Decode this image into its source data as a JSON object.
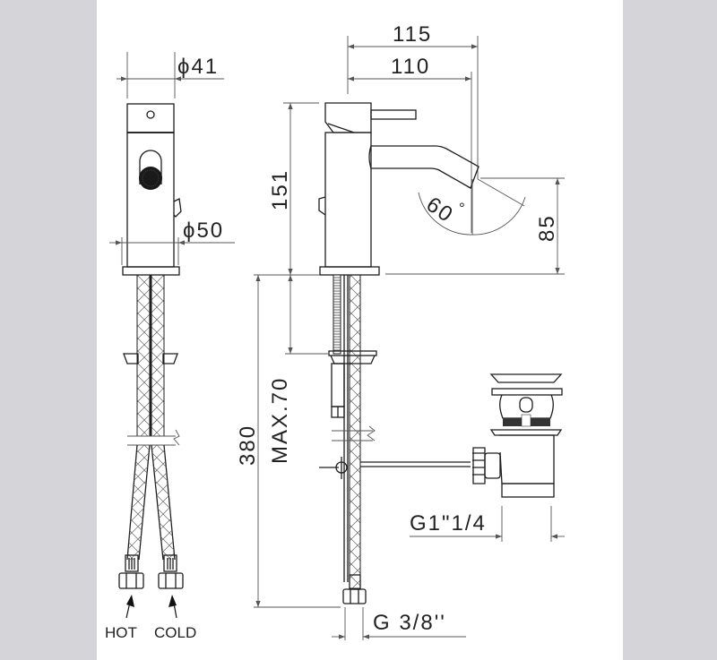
{
  "drawing": {
    "title": "Single lever bidet mixer technical drawing",
    "colors": {
      "background": "#d5d4d9",
      "sheet": "#ffffff",
      "line": "#1e1e1e",
      "dimension": "#555555"
    },
    "front_view": {
      "dim_top_diameter": "ϕ41",
      "dim_base_diameter": "ϕ50",
      "labels": {
        "hot": "HOT",
        "cold": "COLD"
      }
    },
    "side_view": {
      "dim_total_depth": "115",
      "dim_spout_reach": "110",
      "dim_height": "151",
      "dim_spout_height": "85",
      "dim_spout_angle": "60",
      "dim_angle_unit": "°",
      "dim_hose_length": "380",
      "dim_max_deck_thickness": "MAX.70",
      "dim_hose_thread": "G 3/8''"
    },
    "waste_view": {
      "dim_waste_thread": "G1\"1/4"
    }
  }
}
